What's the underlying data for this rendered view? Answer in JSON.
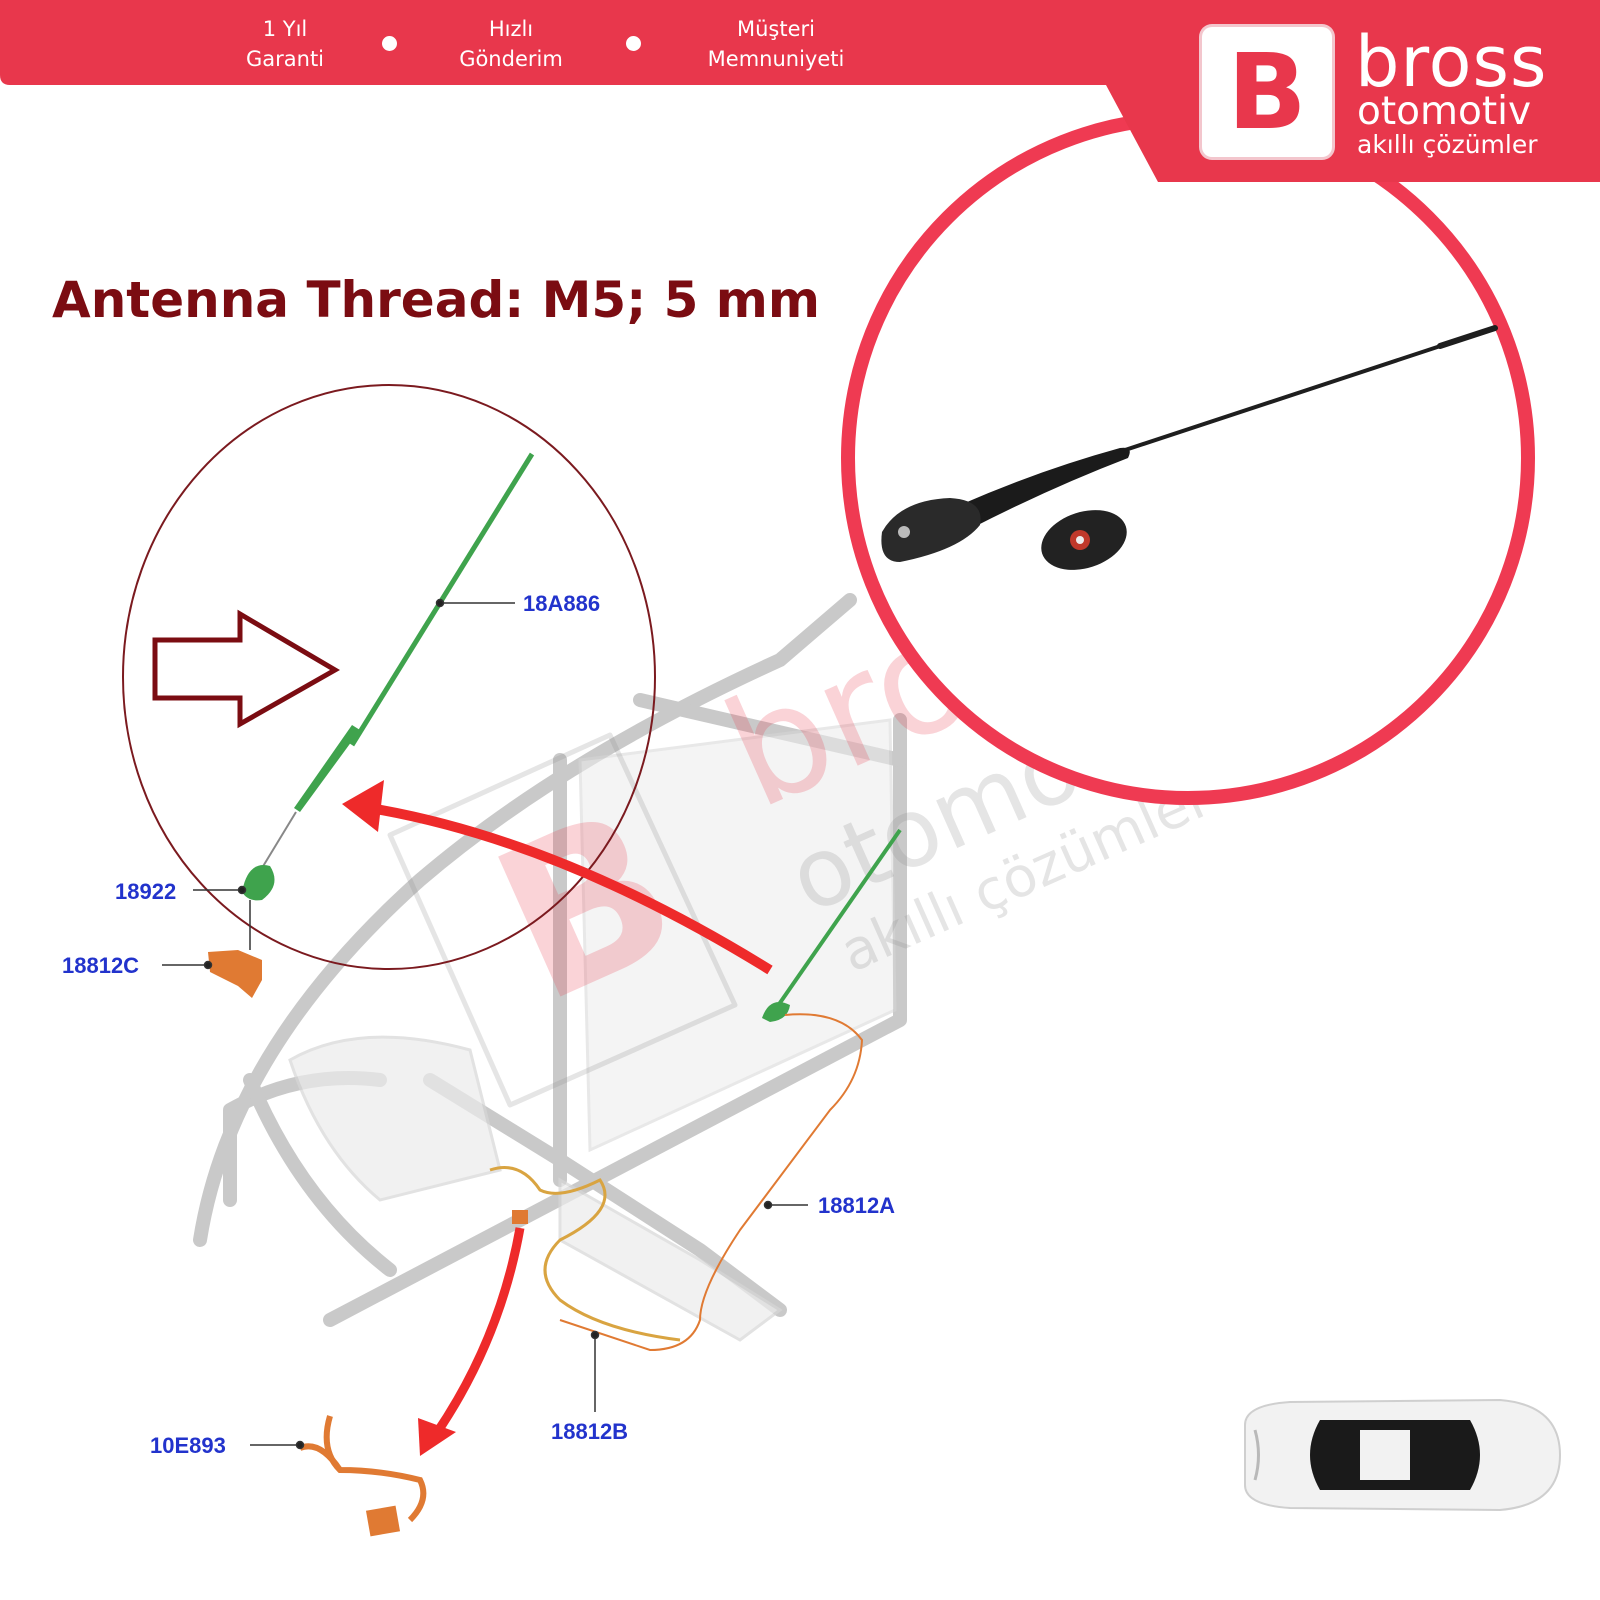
{
  "banner": {
    "benefits": [
      {
        "line1": "1 Yıl",
        "line2": "Garanti"
      },
      {
        "line1": "Hızlı",
        "line2": "Gönderim"
      },
      {
        "line1": "Müşteri",
        "line2": "Memnuniyeti"
      }
    ]
  },
  "logo": {
    "letter": "B",
    "name": "bross",
    "subname": "otomotiv",
    "tagline": "akıllı çözümler"
  },
  "heading": "Antenna Thread: M5; 5 mm",
  "diagram": {
    "parts": {
      "rod": "18A886",
      "base": "18922",
      "connector": "18812C",
      "cable": "18812A",
      "harness": "18812B",
      "adapter": "10E893"
    }
  },
  "watermark": {
    "name": "bross",
    "subname": "otomotiv",
    "tagline": "akıllı çözümler"
  },
  "colors": {
    "brand_red": "#e8374c",
    "heading": "#7b0c12",
    "part_label": "#2233cc",
    "antenna_green": "#3fa34d",
    "component_orange": "#e07a33"
  }
}
